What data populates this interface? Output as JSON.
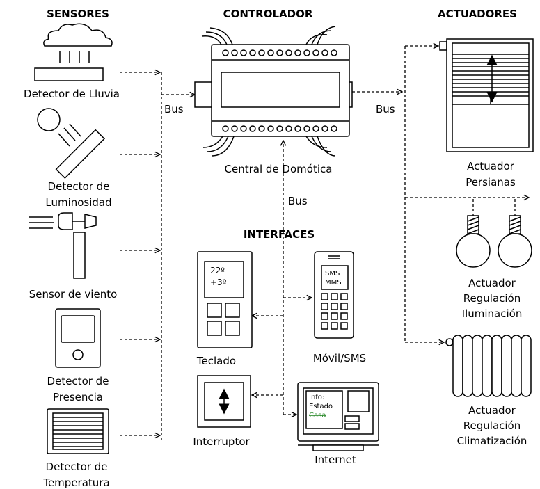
{
  "headings": {
    "sensors": "SENSORES",
    "controller": "CONTROLADOR",
    "actuators": "ACTUADORES",
    "interfaces": "INTERFACES"
  },
  "sensors": {
    "rain": "Detector de Lluvia",
    "light": [
      "Detector de",
      "Luminosidad"
    ],
    "wind": "Sensor de viento",
    "presence": [
      "Detector de",
      "Presencia"
    ],
    "temperature": [
      "Detector de",
      "Temperatura"
    ]
  },
  "controller": {
    "label": "Central de Domótica"
  },
  "bus": {
    "left": "Bus",
    "right": "Bus",
    "vertical": "Bus"
  },
  "interfaces": {
    "keypad": {
      "label": "Teclado",
      "line1": "22º",
      "line2": "+3º"
    },
    "mobile": {
      "label": "Móvil/SMS",
      "line1": "SMS",
      "line2": "MMS"
    },
    "switch": {
      "label": "Interruptor"
    },
    "internet": {
      "label": "Internet",
      "line1": "Info:",
      "line2": "Estado",
      "line3": "Casa"
    }
  },
  "actuators": {
    "blinds": [
      "Actuador",
      "Persianas"
    ],
    "lighting": [
      "Actuador",
      "Regulación",
      "Iluminación"
    ],
    "climate": [
      "Actuador",
      "Regulación",
      "Climatización"
    ]
  },
  "colors": {
    "line": "#000000",
    "background": "#ffffff",
    "screen_text_accent": "#2e8b2e"
  }
}
